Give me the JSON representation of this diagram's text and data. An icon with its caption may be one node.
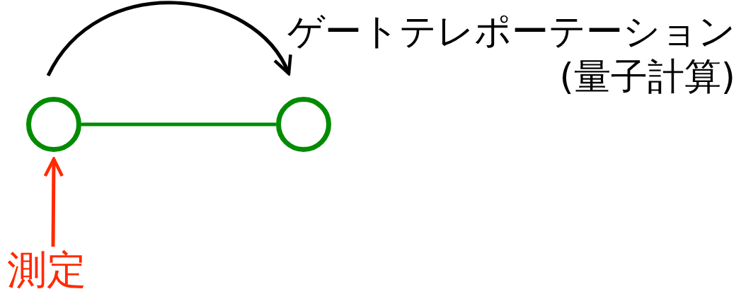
{
  "diagram": {
    "nodes": [
      {
        "text": [],
        "shape": "circle"
      },
      {
        "text": [],
        "shape": "circle"
      },
      {
        "text": [
          "測定"
        ]
      }
    ],
    "edges": [
      {
        "from": 0,
        "to": 1,
        "arrow": "none",
        "color": "#008c00"
      },
      {
        "from": 0,
        "to": 1,
        "arrow": "to",
        "color": "#000000"
      },
      {
        "from": 2,
        "to": 0,
        "arrow": "to",
        "color": "#ff2a00"
      }
    ],
    "labels": [
      "ゲートテレポーテーション(量子計算)"
    ]
  }
}
